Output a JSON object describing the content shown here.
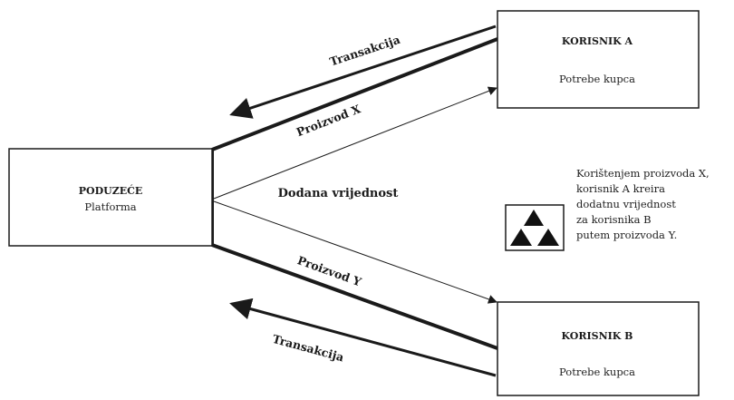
{
  "nodes": {
    "company": {
      "title": "PODUZEĆE",
      "subtitle": "Platforma"
    },
    "user_a": {
      "title": "KORISNIK A",
      "subtitle": "Potrebe kupca"
    },
    "user_b": {
      "title": "KORISNIK B",
      "subtitle": "Potrebe kupca"
    }
  },
  "edges": {
    "transaction_a": "Transakcija",
    "product_x": "Proizvod X",
    "added_value": "Dodana vrijednost",
    "product_y": "Proizvod Y",
    "transaction_b": "Transakcija"
  },
  "note": {
    "icon": "triangle-network-icon",
    "lines": [
      "Korištenjem proizvoda X,",
      "korisnik A kreira",
      "dodatnu vrijednost",
      "za korisnika B",
      "putem proizvoda Y."
    ]
  }
}
